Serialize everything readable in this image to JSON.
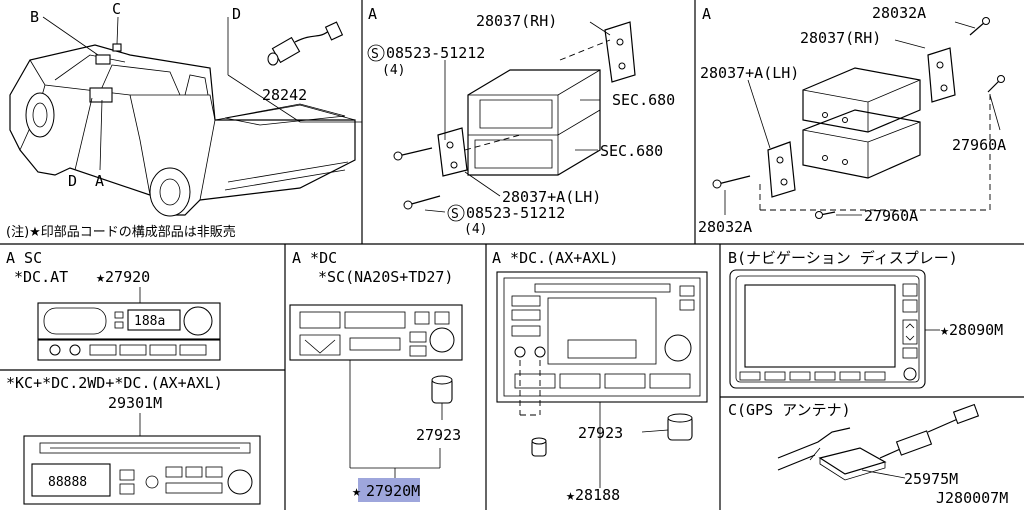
{
  "panels": {
    "p1": {
      "callouts": [
        "B",
        "C",
        "D",
        "D",
        "A"
      ],
      "part": "28242",
      "note": "(注)★印部品コードの構成部品は非販売"
    },
    "p2": {
      "title": "A",
      "labels": [
        "28037(RH)",
        "08523-51212",
        "(4)",
        "SEC.680",
        "SEC.680",
        "28037+A(LH)",
        "08523-51212",
        "(4)"
      ]
    },
    "p3": {
      "title": "A",
      "labels": [
        "28032A",
        "28037(RH)",
        "28037+A(LH)",
        "27960A",
        "27960A",
        "28032A"
      ]
    },
    "p4": {
      "title": "A  SC",
      "sub": "*DC.AT",
      "part": "★27920"
    },
    "p5": {
      "title": "*KC+*DC.2WD+*DC.(AX+AXL)",
      "part": "29301M"
    },
    "p6": {
      "title": "A  *DC",
      "sub": "*SC(NA20S+TD27)",
      "knob": "27923",
      "part_star": "★",
      "part": "27920M"
    },
    "p7": {
      "title": "A  *DC.(AX+AXL)",
      "knob": "27923",
      "part": "★28188"
    },
    "p8": {
      "title": "B(ナビゲーション ディスプレー)",
      "part": "★28090M"
    },
    "p9": {
      "title": "C(GPS アンテナ)",
      "part": "25975M",
      "code": "J280007M"
    }
  },
  "display_digits": {
    "p4": "188a",
    "p5": "88888"
  }
}
